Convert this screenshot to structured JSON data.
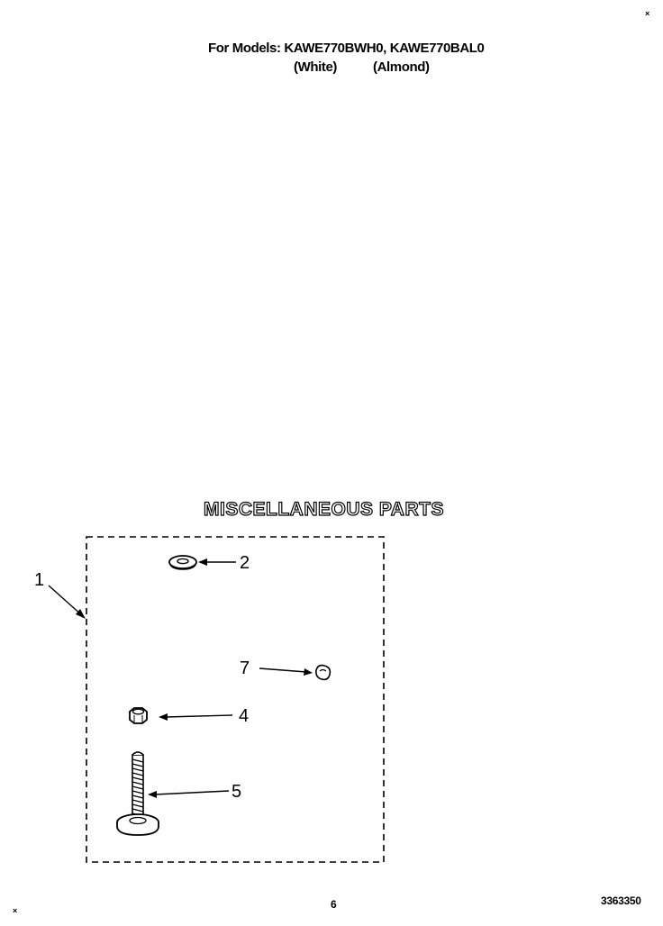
{
  "header": {
    "models_line": "For Models: KAWE770BWH0, KAWE770BAL0",
    "colors_white": "(White)",
    "colors_almond": "(Almond)"
  },
  "section": {
    "title": "MISCELLANEOUS PARTS"
  },
  "callouts": {
    "c1": "1",
    "c2": "2",
    "c7": "7",
    "c4": "4",
    "c5": "5"
  },
  "footer": {
    "page_number": "6",
    "doc_number": "3363350"
  },
  "marks": {
    "corner_top": "×",
    "corner_bottom": "×"
  }
}
